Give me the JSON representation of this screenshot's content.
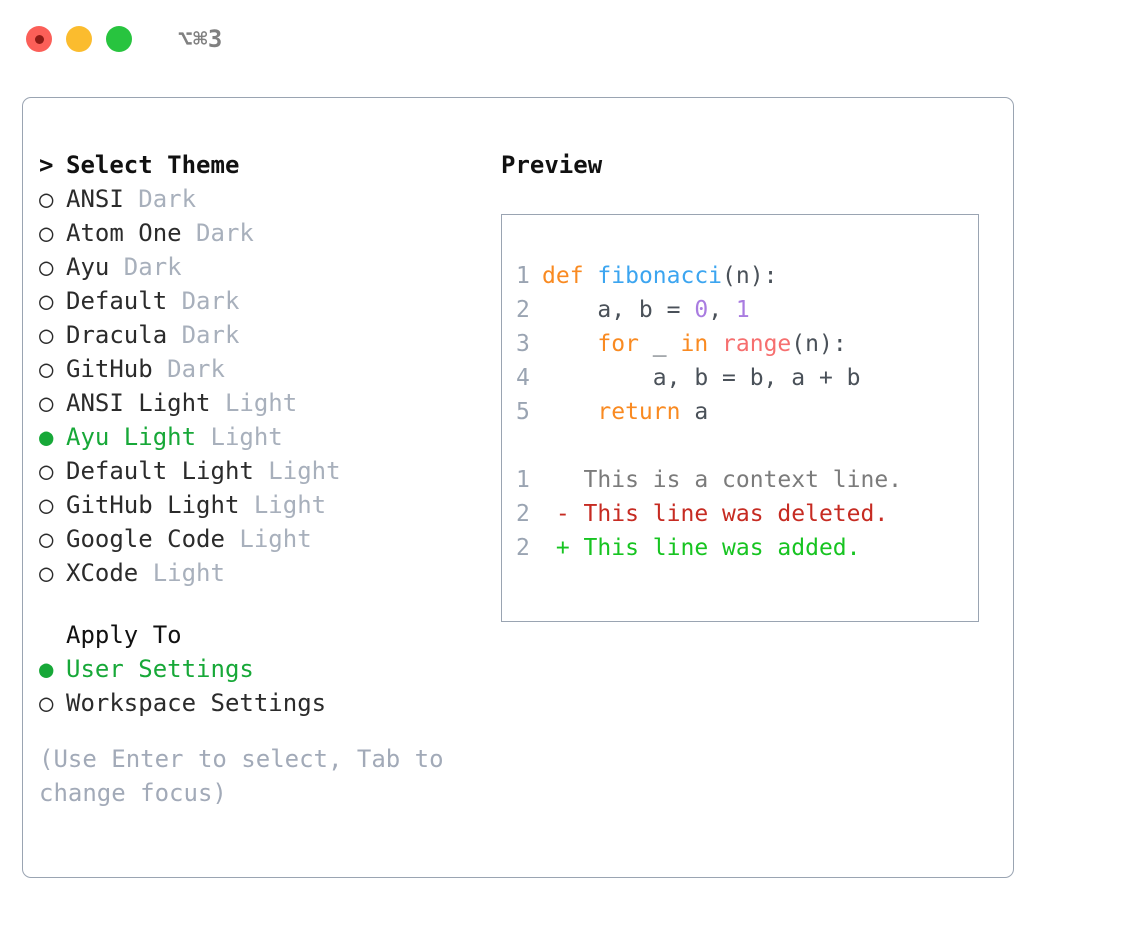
{
  "titlebar": {
    "lights": [
      {
        "name": "close",
        "color": "#FB5F58"
      },
      {
        "name": "minimize",
        "color": "#FBBC2E"
      },
      {
        "name": "zoom",
        "color": "#28C43F"
      }
    ],
    "shortcut": "⌥⌘3"
  },
  "theme_section": {
    "marker": ">",
    "heading": "Select Theme",
    "active": true,
    "options": [
      {
        "bullet": "○",
        "label": "ANSI",
        "suffix": "Dark",
        "selected": false
      },
      {
        "bullet": "○",
        "label": "Atom One",
        "suffix": "Dark",
        "selected": false
      },
      {
        "bullet": "○",
        "label": "Ayu",
        "suffix": "Dark",
        "selected": false
      },
      {
        "bullet": "○",
        "label": "Default",
        "suffix": "Dark",
        "selected": false
      },
      {
        "bullet": "○",
        "label": "Dracula",
        "suffix": "Dark",
        "selected": false
      },
      {
        "bullet": "○",
        "label": "GitHub",
        "suffix": "Dark",
        "selected": false
      },
      {
        "bullet": "○",
        "label": "ANSI Light",
        "suffix": "Light",
        "selected": false
      },
      {
        "bullet": "●",
        "label": "Ayu Light",
        "suffix": "Light",
        "selected": true
      },
      {
        "bullet": "○",
        "label": "Default Light",
        "suffix": "Light",
        "selected": false
      },
      {
        "bullet": "○",
        "label": "GitHub Light",
        "suffix": "Light",
        "selected": false
      },
      {
        "bullet": "○",
        "label": "Google Code",
        "suffix": "Light",
        "selected": false
      },
      {
        "bullet": "○",
        "label": "XCode",
        "suffix": "Light",
        "selected": false
      }
    ]
  },
  "apply_section": {
    "marker": " ",
    "heading": "Apply To",
    "active": false,
    "options": [
      {
        "bullet": "●",
        "label": "User Settings",
        "suffix": "",
        "selected": true
      },
      {
        "bullet": "○",
        "label": "Workspace Settings",
        "suffix": "",
        "selected": false
      }
    ]
  },
  "hint": "(Use Enter to select, Tab to change focus)",
  "preview": {
    "title": "Preview",
    "code_lines": [
      {
        "num": "1",
        "tokens": [
          {
            "t": "def",
            "c": "kw"
          },
          {
            "t": " ",
            "c": "plain"
          },
          {
            "t": "fibonacci",
            "c": "fn"
          },
          {
            "t": "(n):",
            "c": "plain"
          }
        ]
      },
      {
        "num": "2",
        "tokens": [
          {
            "t": "    a, b = ",
            "c": "plain"
          },
          {
            "t": "0",
            "c": "num"
          },
          {
            "t": ", ",
            "c": "plain"
          },
          {
            "t": "1",
            "c": "num"
          }
        ]
      },
      {
        "num": "3",
        "tokens": [
          {
            "t": "    ",
            "c": "plain"
          },
          {
            "t": "for",
            "c": "kw"
          },
          {
            "t": " _ ",
            "c": "plain"
          },
          {
            "t": "in",
            "c": "kw"
          },
          {
            "t": " ",
            "c": "plain"
          },
          {
            "t": "range",
            "c": "bi"
          },
          {
            "t": "(n):",
            "c": "plain"
          }
        ]
      },
      {
        "num": "4",
        "tokens": [
          {
            "t": "        a, b = b, a + b",
            "c": "plain"
          }
        ]
      },
      {
        "num": "5",
        "tokens": [
          {
            "t": "    ",
            "c": "plain"
          },
          {
            "t": "return",
            "c": "kw"
          },
          {
            "t": " a",
            "c": "plain"
          }
        ]
      }
    ],
    "diff_lines": [
      {
        "num": "1",
        "sign": " ",
        "text": " This is a context line.",
        "kind": "ctx"
      },
      {
        "num": "2",
        "sign": "-",
        "text": " This line was deleted.",
        "kind": "del"
      },
      {
        "num": "2",
        "sign": "+",
        "text": " This line was added.",
        "kind": "add"
      }
    ]
  },
  "colors": {
    "accent_green": "#17A838",
    "muted": "#A8B0BC",
    "border": "#9AA4B2",
    "keyword": "#F98A21",
    "function": "#3CA5F0",
    "builtin": "#F66F6F",
    "number": "#A97CE0",
    "diff_add": "#17C421",
    "diff_del": "#C62B22"
  }
}
